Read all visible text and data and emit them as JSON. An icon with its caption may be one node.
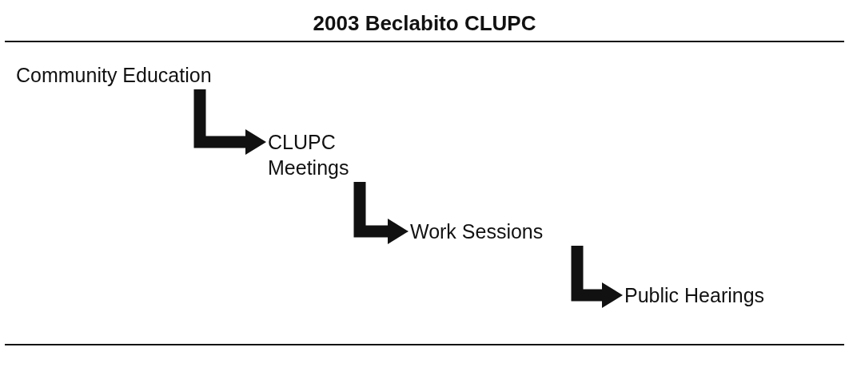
{
  "diagram": {
    "title": "2003 Beclabito CLUPC",
    "nodes": [
      {
        "text": [
          "Community Education"
        ]
      },
      {
        "text": [
          "CLUPC Meetings"
        ]
      },
      {
        "text": [
          "Work Sessions"
        ]
      },
      {
        "text": [
          "Public Hearings"
        ]
      }
    ],
    "edges": [
      {
        "from": 0,
        "to": 1,
        "arrow": "to"
      },
      {
        "from": 1,
        "to": 2,
        "arrow": "to"
      },
      {
        "from": 2,
        "to": 3,
        "arrow": "to"
      }
    ]
  }
}
